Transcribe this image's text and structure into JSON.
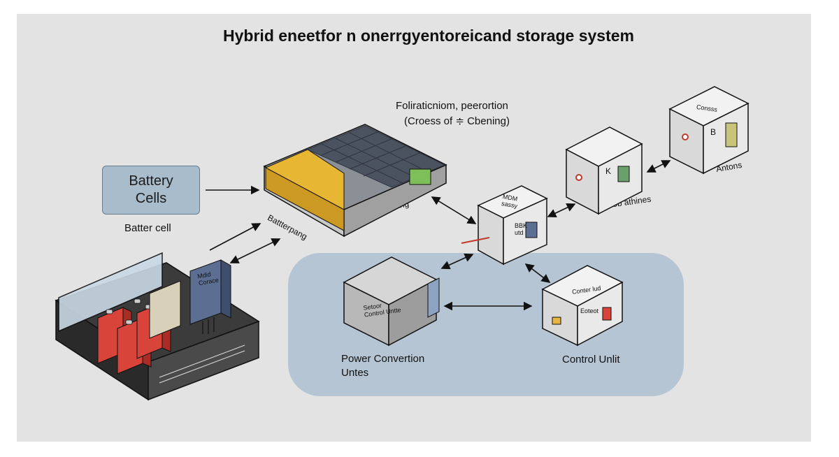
{
  "title": "Hybrid eneetfor n onerrgyentoreicand storage system",
  "battery_box": {
    "line1": "Battery",
    "line2": "Cells"
  },
  "labels": {
    "battery_cell": "Batter cell",
    "battery_pack": "Battterpang",
    "solar_panel": "Seuuren punling",
    "top_caption_line1": "Foliraticniom, peerortion",
    "top_caption_line2": "(Croess of ≑ Cbening)",
    "module_box": "Mdid\nCorace",
    "center_unit_top": "MDM\nsassy",
    "center_unit_side": "BBK\nutd",
    "unit_k": "K",
    "unit_k_caption": "Aob athines",
    "unit_b_top": "Consss",
    "unit_b": "B",
    "unit_b_caption": "Antons",
    "converter_inner": "Setoor\nControl Untte",
    "converter_caption_line1": "Power Convertion",
    "converter_caption_line2": "Untes",
    "control_top": "Conter lud",
    "control_side": "Eoteot",
    "control_caption": "Control Unlit"
  },
  "colors": {
    "background": "#e3e3e3",
    "panel": "#b5c5d3",
    "battery_box": "#a9bccb",
    "battery_red": "#d8443a",
    "solar_dark": "#4b5360",
    "yellow_cell": "#e7b734",
    "unit_face": "#e9e9e9",
    "unit_side": "#a7a7a7"
  }
}
